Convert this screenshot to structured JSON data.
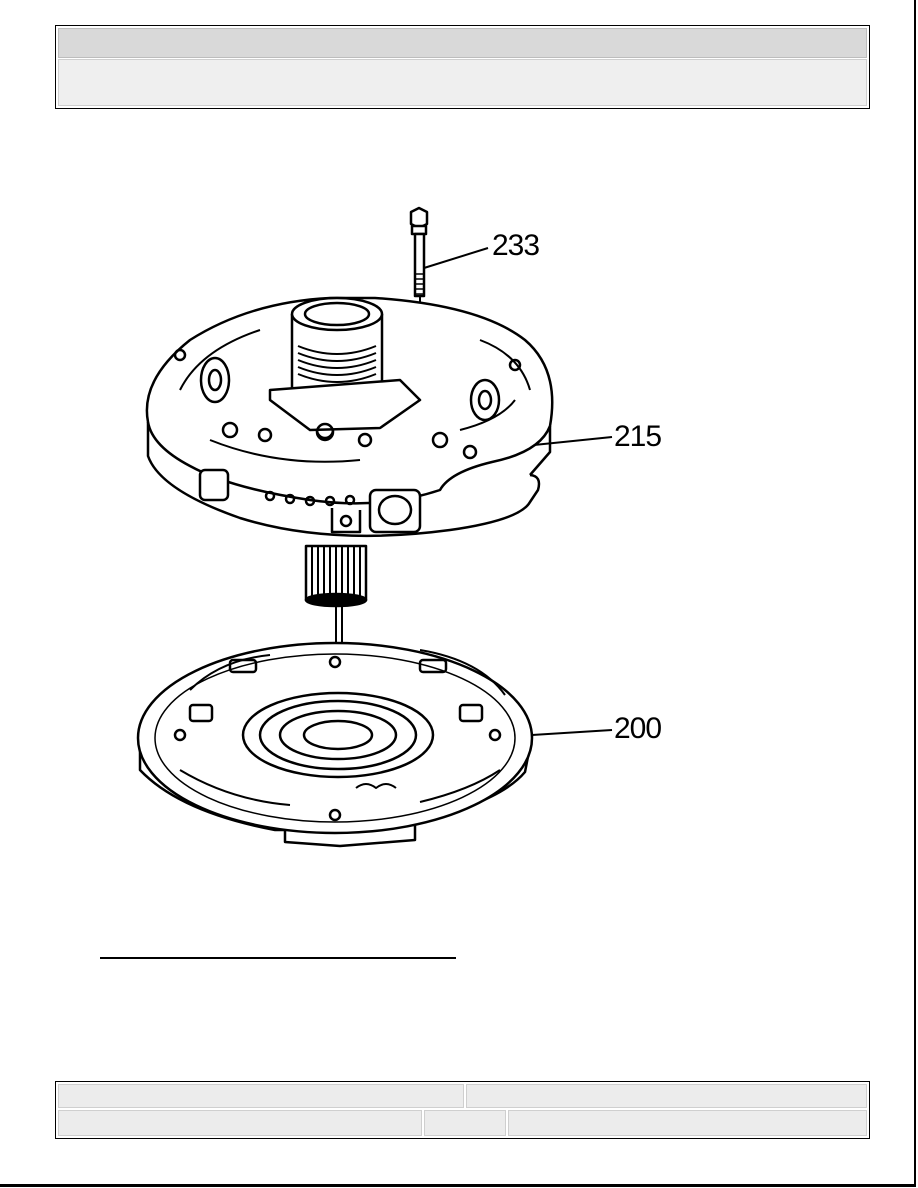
{
  "header": {
    "title": "",
    "subtitle": ""
  },
  "figure": {
    "callouts": [
      {
        "id": "bolt",
        "label": "233"
      },
      {
        "id": "cover",
        "label": "215"
      },
      {
        "id": "body",
        "label": "200"
      }
    ]
  },
  "footer": {
    "left": "",
    "right": "",
    "bottom_left": "",
    "bottom_middle": "",
    "bottom_right": ""
  },
  "colors": {
    "ink": "#000000",
    "header_bar": "#d9d9d9",
    "panel": "#efefef"
  }
}
